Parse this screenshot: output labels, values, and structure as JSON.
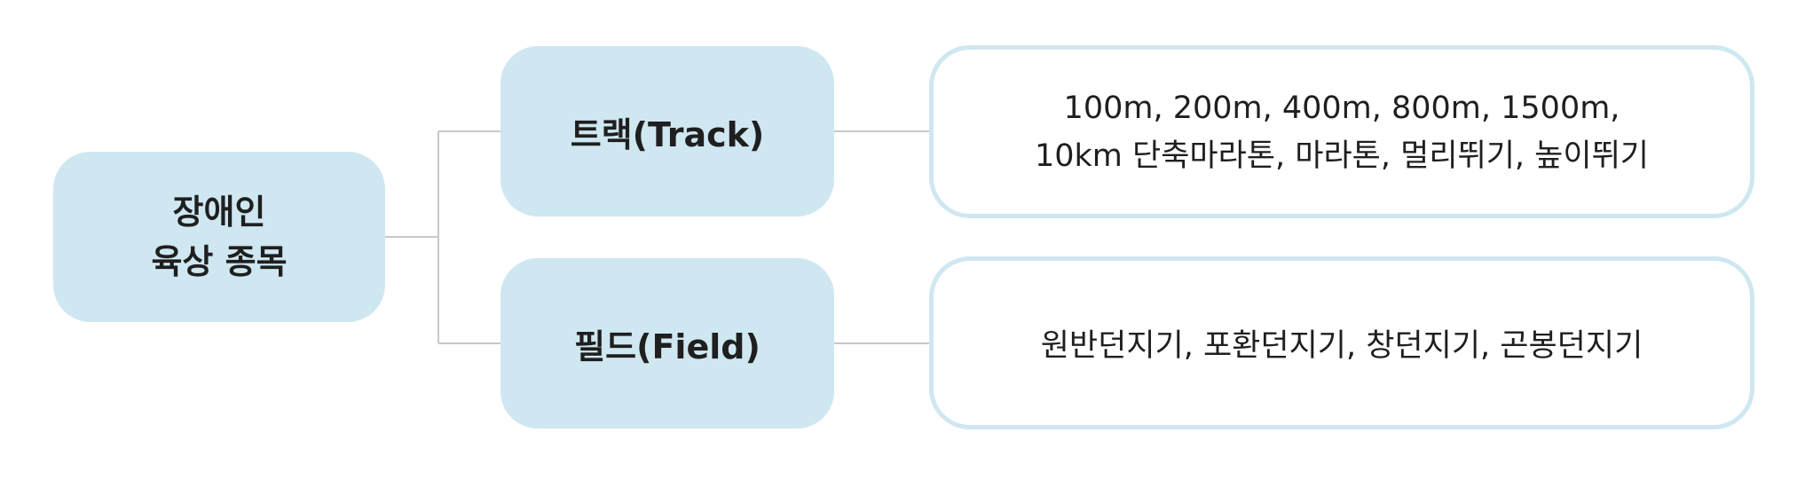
{
  "root": {
    "line1": "장애인",
    "line2": "육상 종목"
  },
  "categories": [
    {
      "label": "트랙(Track)",
      "events_line1": "100m, 200m, 400m, 800m, 1500m,",
      "events_line2": "10km 단축마라톤, 마라톤, 멀리뛰기, 높이뛰기"
    },
    {
      "label": "필드(Field)",
      "events_line1": "원반던지기, 포환던지기, 창던지기, 곤봉던지기"
    }
  ],
  "colors": {
    "box_fill": "#cfe7f1",
    "box_border": "#cfe7f1",
    "connector": "#c8c8c8",
    "text": "#1f1f1f"
  }
}
